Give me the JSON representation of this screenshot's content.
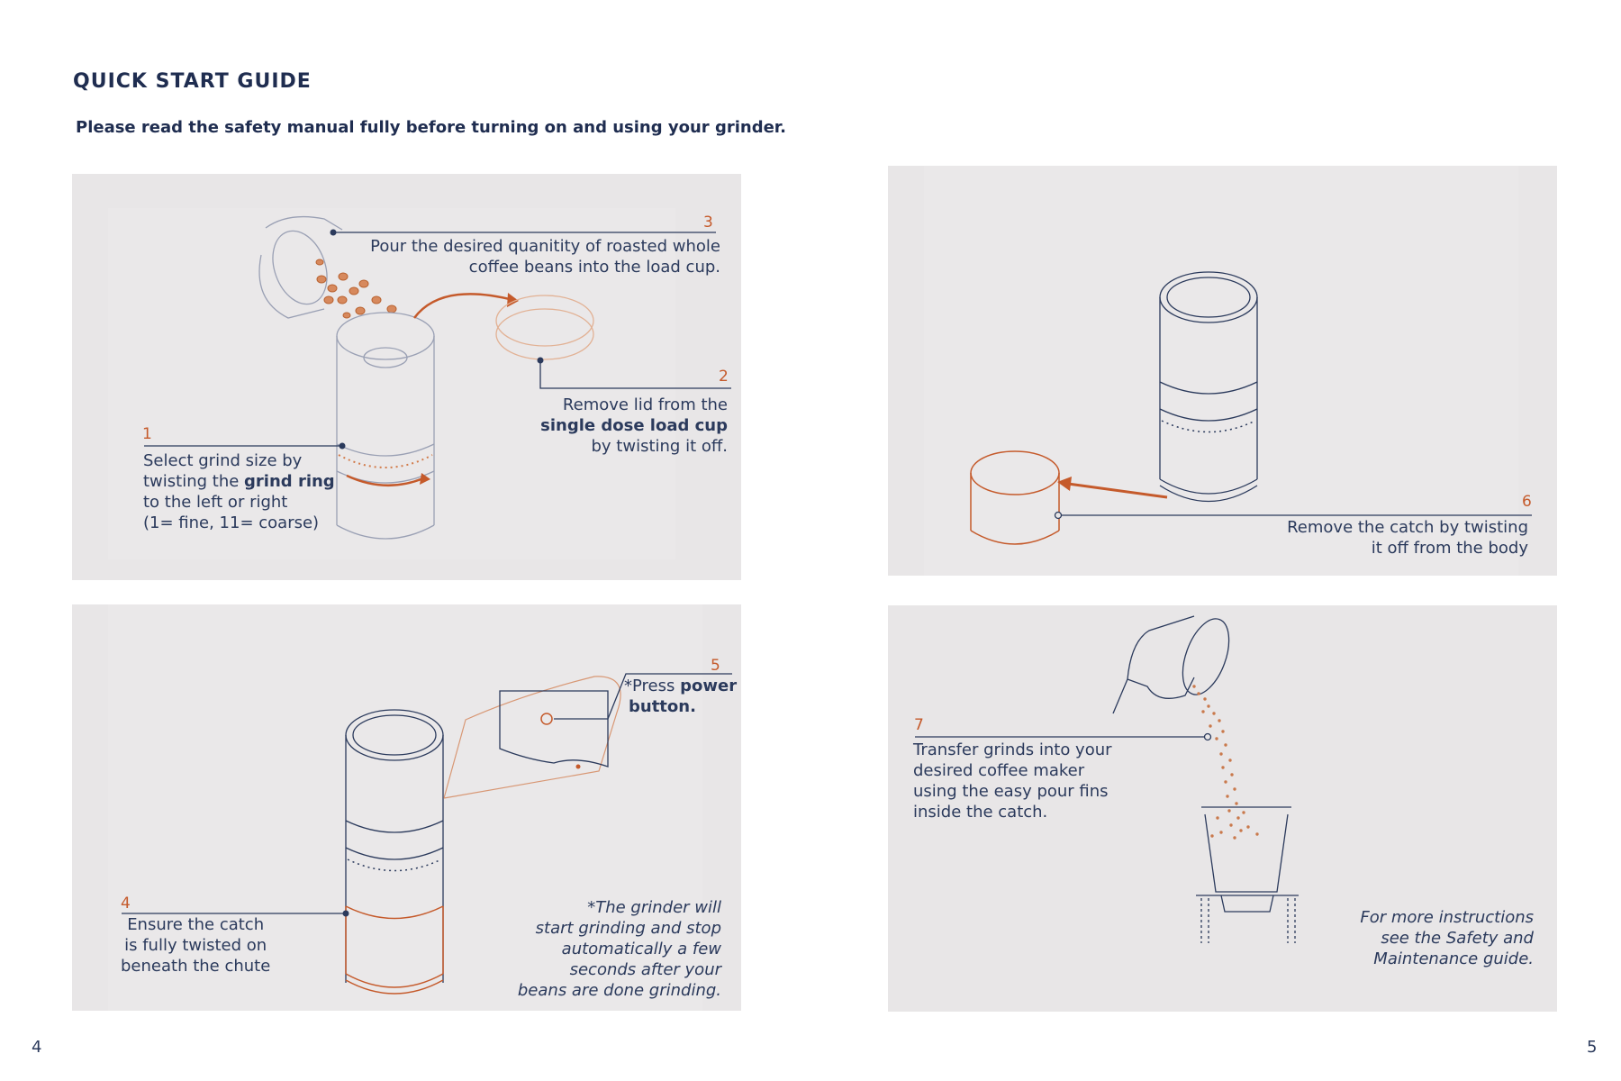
{
  "header": {
    "title": "QUICK START GUIDE",
    "subtitle": "Please read the safety manual fully before turning on and using your grinder."
  },
  "steps": {
    "s1": {
      "num": "1",
      "l1": "Select grind size by",
      "l2a": "twisting the ",
      "l2b": "grind ring",
      "l3": "to the left or right",
      "l4": "(1= fine, 11= coarse)"
    },
    "s2": {
      "num": "2",
      "l1": "Remove lid from the",
      "l2": "single dose load cup",
      "l3": "by twisting it off."
    },
    "s3": {
      "num": "3",
      "l1": "Pour the desired quanitity of roasted whole",
      "l2": "coffee beans into the load cup."
    },
    "s4": {
      "num": "4",
      "l1": "Ensure the catch",
      "l2": "is fully twisted on",
      "l3": "beneath the chute"
    },
    "s5": {
      "num": "5",
      "l1a": "*Press ",
      "l1b": "power",
      "l2": "button."
    },
    "s6": {
      "num": "6",
      "l1": "Remove the catch by twisting",
      "l2": "it off from the body"
    },
    "s7": {
      "num": "7",
      "l1": "Transfer grinds into your",
      "l2": "desired coffee maker",
      "l3": "using the easy pour fins",
      "l4": "inside the catch."
    }
  },
  "notes": {
    "auto_stop": {
      "l1": "*The grinder will",
      "l2": "start grinding and stop",
      "l3": "automatically a few",
      "l4": "seconds after your",
      "l5": "beans are done grinding."
    },
    "more_info": {
      "l1": "For more instructions",
      "l2": "see the Safety and",
      "l3": "Maintenance guide."
    }
  },
  "page_numbers": {
    "left": "4",
    "right": "5"
  },
  "colors": {
    "navy": "#2b3a5c",
    "orange": "#c55a2b",
    "panel_bg": "#e8e6e7",
    "page_bg": "#ffffff"
  }
}
